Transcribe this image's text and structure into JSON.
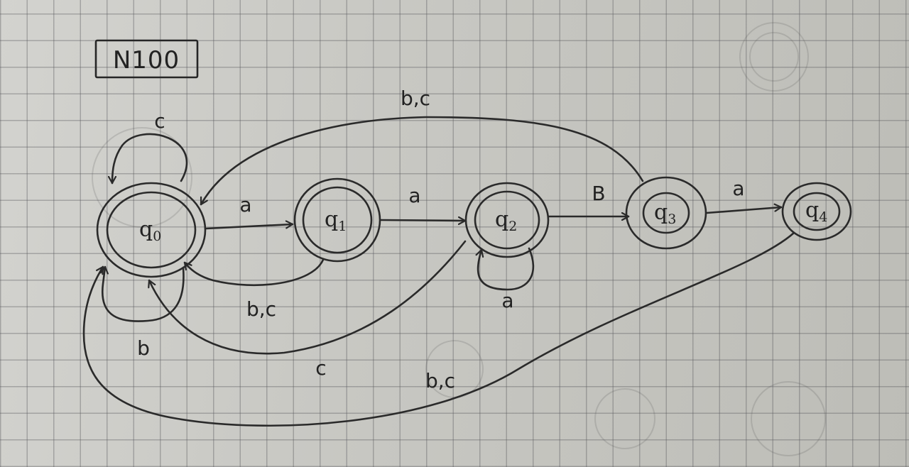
{
  "title": "N100",
  "states": [
    {
      "id": "q0",
      "letter": "q",
      "sub": "0"
    },
    {
      "id": "q1",
      "letter": "q",
      "sub": "1"
    },
    {
      "id": "q2",
      "letter": "q",
      "sub": "2"
    },
    {
      "id": "q3",
      "letter": "q",
      "sub": "3"
    },
    {
      "id": "q4",
      "letter": "q",
      "sub": "4"
    }
  ],
  "transitions": [
    {
      "from": "q0",
      "to": "q0",
      "label": "c"
    },
    {
      "from": "q0",
      "to": "q0",
      "label": "b"
    },
    {
      "from": "q0",
      "to": "q1",
      "label": "a"
    },
    {
      "from": "q1",
      "to": "q2",
      "label": "a"
    },
    {
      "from": "q1",
      "to": "q0",
      "label": "b,c"
    },
    {
      "from": "q2",
      "to": "q2",
      "label": "a"
    },
    {
      "from": "q2",
      "to": "q3",
      "label": "B"
    },
    {
      "from": "q2",
      "to": "q0",
      "label": "c"
    },
    {
      "from": "q3",
      "to": "q4",
      "label": "a"
    },
    {
      "from": "q3",
      "to": "q0",
      "label": "b,c"
    },
    {
      "from": "q4",
      "to": "q0",
      "label": "b,c"
    }
  ]
}
